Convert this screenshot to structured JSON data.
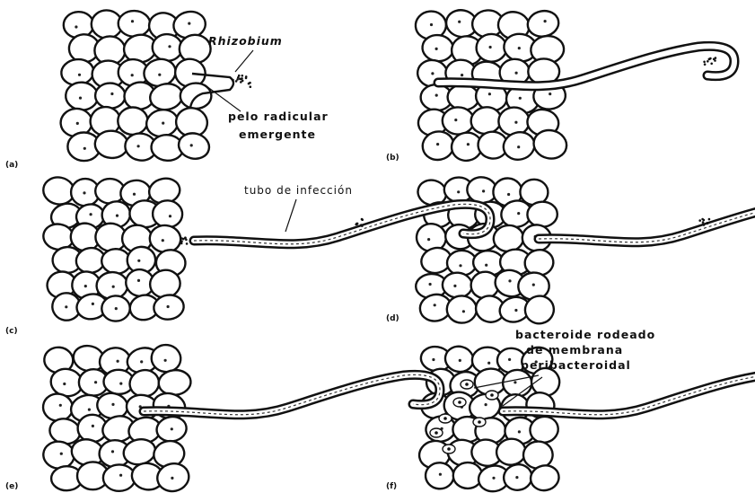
{
  "figure": {
    "panels": [
      {
        "label": "(a)"
      },
      {
        "label": "(b)"
      },
      {
        "label": "(c)"
      },
      {
        "label": "(d)"
      },
      {
        "label": "(e)"
      },
      {
        "label": "(f)"
      }
    ],
    "annotations": {
      "rhizobium": "Rhizobium",
      "root_hair": [
        "pelo radicular",
        "emergente"
      ],
      "infection_tube": "tubo de infección",
      "bacteroid": [
        "bacteroide rodeado",
        "de membrana",
        "peribacteroidal"
      ]
    }
  }
}
